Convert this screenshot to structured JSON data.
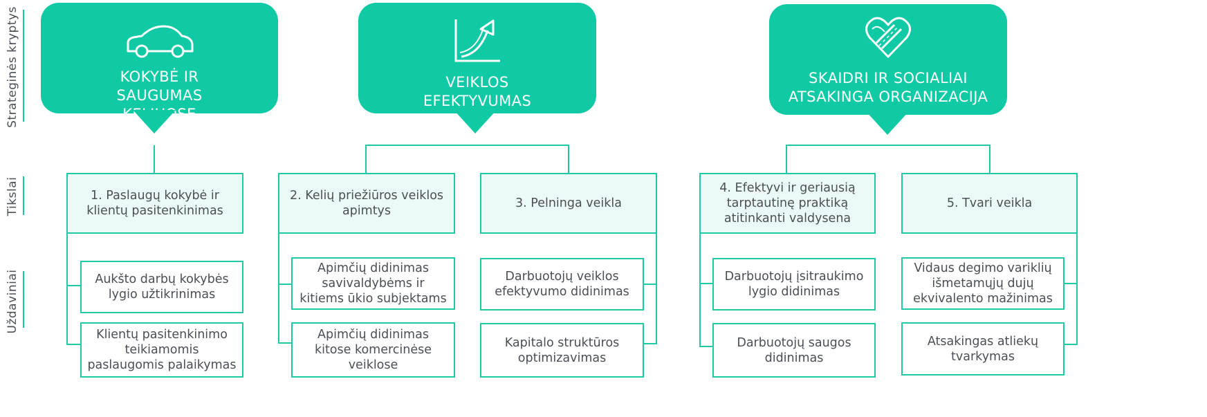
{
  "side_labels": {
    "strategic": "Strateginės kryptys",
    "goals": "Tikslai",
    "tasks": "Uždaviniai"
  },
  "directions": [
    {
      "title": "KOKYBĖ IR SAUGUMAS KELIUOSE",
      "icon": "car-icon"
    },
    {
      "title": "VEIKLOS EFEKTYVUMAS",
      "icon": "growth-chart-icon"
    },
    {
      "title": "SKAIDRI IR SOCIALIAI ATSAKINGA ORGANIZACIJA",
      "icon": "heart-road-icon"
    }
  ],
  "goals": [
    "1. Paslaugų kokybė ir klientų pasitenkinimas",
    "2. Kelių priežiūros veiklos apimtys",
    "3. Pelninga veikla",
    "4. Efektyvi ir geriausią tarptautinę praktiką atitinkanti valdysena",
    "5. Tvari veikla"
  ],
  "tasks": [
    [
      "Aukšto darbų kokybės lygio užtikrinimas",
      "Klientų pasitenkinimo teikiamomis paslaugomis palaikymas"
    ],
    [
      "Apimčių didinimas savivaldybėms ir kitiems ūkio subjektams",
      "Apimčių didinimas kitose komercinėse veiklose"
    ],
    [
      "Darbuotojų veiklos efektyvumo didinimas",
      "Kapitalo struktūros optimizavimas"
    ],
    [
      "Darbuotojų įsitraukimo lygio didinimas",
      "Darbuotojų saugos didinimas"
    ],
    [
      "Vidaus degimo variklių išmetamųjų dujų ekvivalento mažinimas",
      "Atsakingas atliekų tvarkymas"
    ]
  ],
  "colors": {
    "accent": "#10c9a5",
    "line": "#1fc9a3",
    "goal_bg": "#ecfaf7",
    "text": "#4a4f55"
  }
}
